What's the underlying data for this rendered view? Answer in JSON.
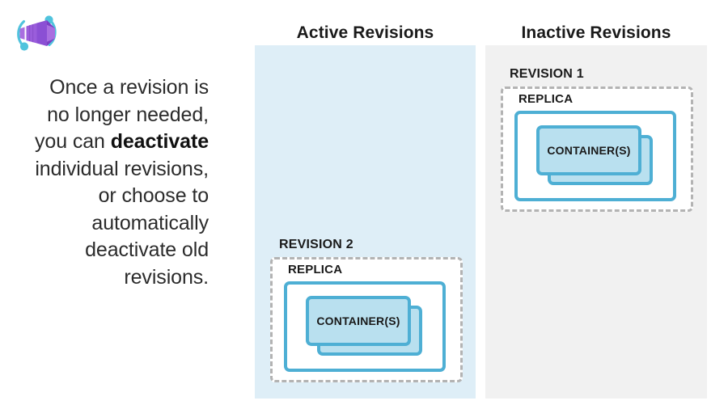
{
  "brand": {
    "icon": "azure-container-apps-icon",
    "colors": {
      "cube_light": "#a96ee0",
      "cube_mid": "#8b4fd4",
      "cube_dark": "#7b3fc4",
      "arc": "#50c3dd"
    }
  },
  "description": {
    "line1": "Once a revision is",
    "line2": "no longer needed,",
    "line3_pre": "you can ",
    "line3_strong": "deactivate",
    "line4": "individual revisions,",
    "line5": "or choose to",
    "line6": "automatically",
    "line7": "deactivate old",
    "line8": "revisions."
  },
  "columns": {
    "active": {
      "heading": "Active Revisions",
      "background": "#deeef7"
    },
    "inactive": {
      "heading": "Inactive Revisions",
      "background": "#f1f1f1"
    }
  },
  "revisions": [
    {
      "id": "revision-1",
      "label": "REVISION 1",
      "column": "inactive",
      "replica_label": "REPLICA",
      "container_label": "CONTAINER(S)",
      "container_count": 2
    },
    {
      "id": "revision-2",
      "label": "REVISION 2",
      "column": "active",
      "replica_label": "REPLICA",
      "container_label": "CONTAINER(S)",
      "container_count": 2
    }
  ],
  "palette": {
    "container_fill": "#b9e0ef",
    "container_border": "#4eafd4",
    "dashed_border": "#b3b3b3",
    "replica_fill": "#ffffff",
    "text": "#1a1a1a"
  }
}
